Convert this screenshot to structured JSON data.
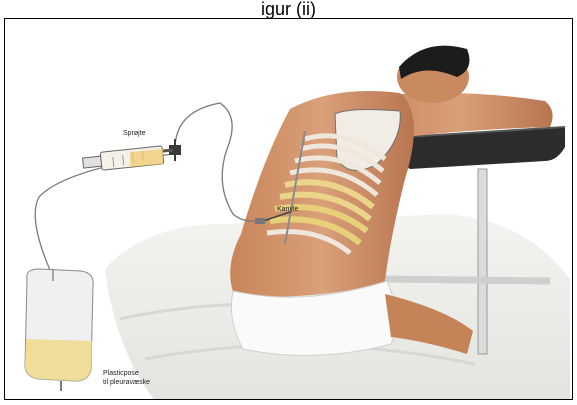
{
  "caption": "igur (ii)",
  "labels": {
    "syringe": "Sprøjte",
    "cannula": "Kanyle",
    "bag_line1": "Plasticpose",
    "bag_line2": "til pleuravæske"
  }
}
